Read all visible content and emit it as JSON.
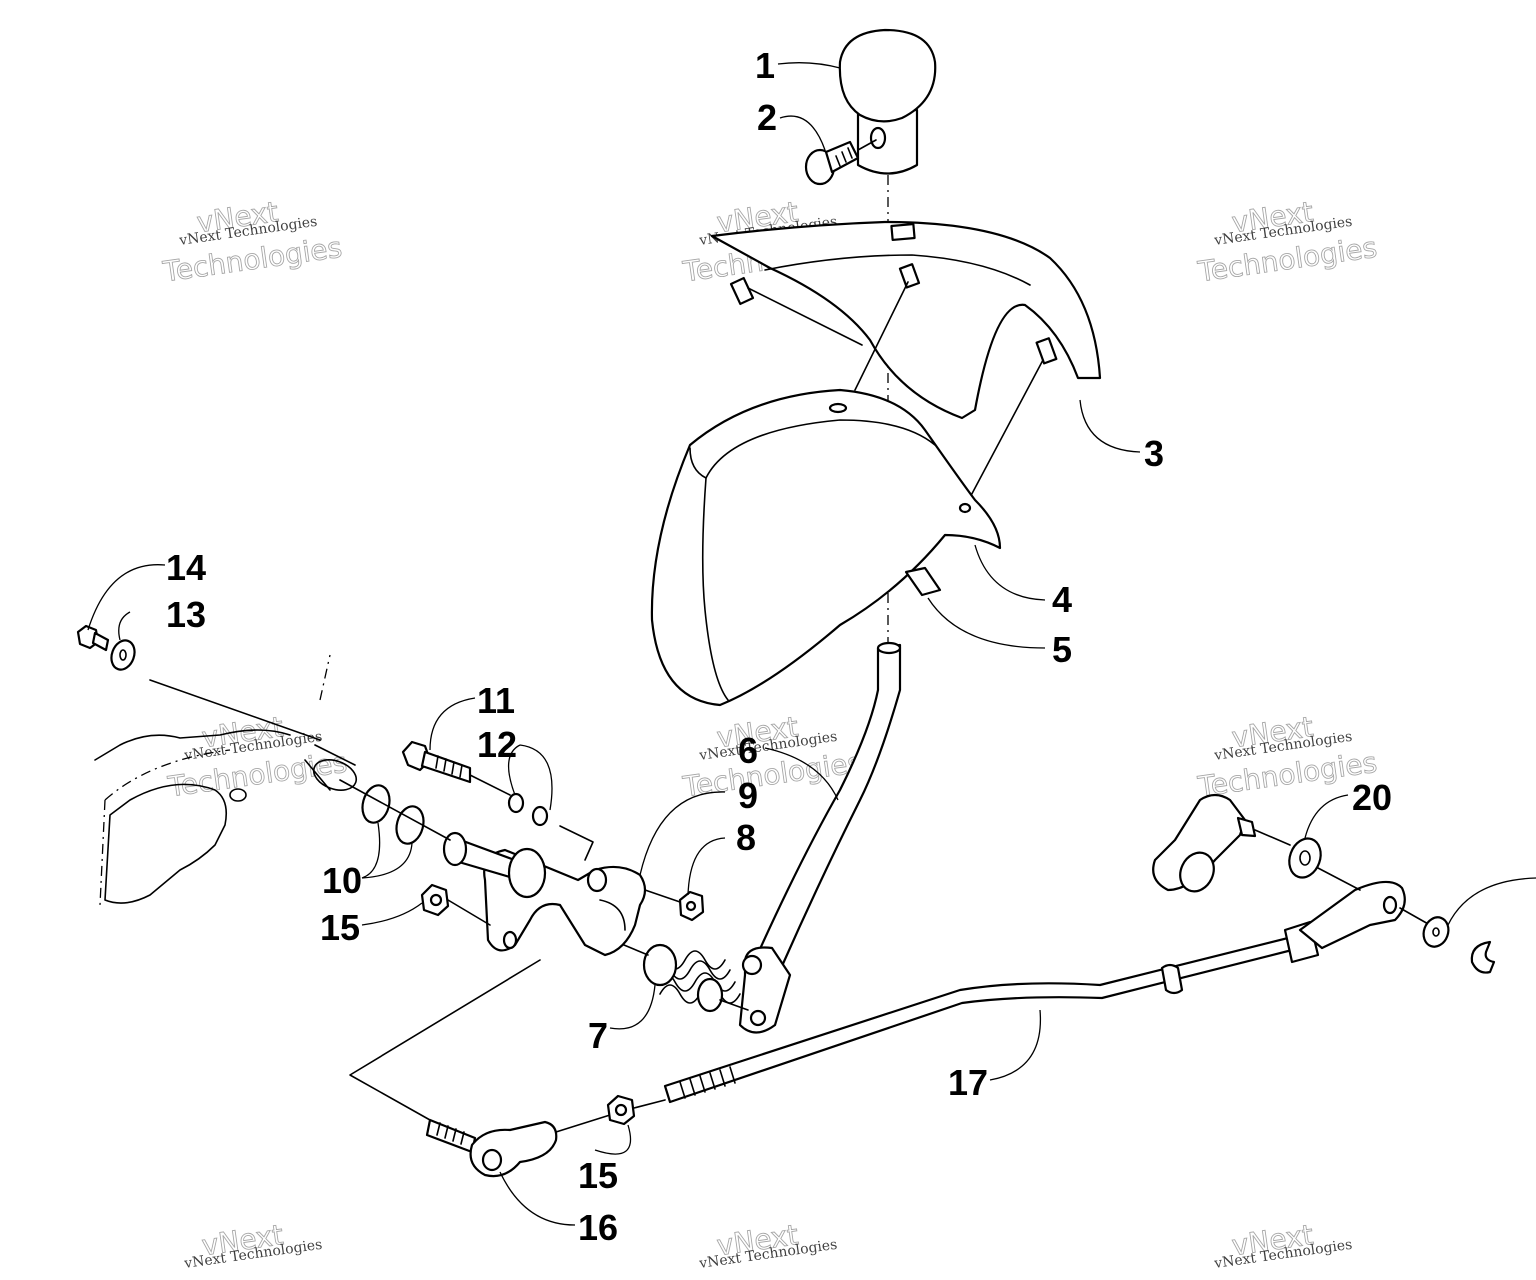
{
  "diagram": {
    "callouts": [
      {
        "id": "1",
        "text": "1"
      },
      {
        "id": "2",
        "text": "2"
      },
      {
        "id": "3",
        "text": "3"
      },
      {
        "id": "4",
        "text": "4"
      },
      {
        "id": "5",
        "text": "5"
      },
      {
        "id": "6",
        "text": "6"
      },
      {
        "id": "7",
        "text": "7"
      },
      {
        "id": "8",
        "text": "8"
      },
      {
        "id": "9",
        "text": "9"
      },
      {
        "id": "10",
        "text": "10"
      },
      {
        "id": "11",
        "text": "11"
      },
      {
        "id": "12",
        "text": "12"
      },
      {
        "id": "13",
        "text": "13"
      },
      {
        "id": "14",
        "text": "14"
      },
      {
        "id": "15a",
        "text": "15"
      },
      {
        "id": "15b",
        "text": "15"
      },
      {
        "id": "16",
        "text": "16"
      },
      {
        "id": "17",
        "text": "17"
      },
      {
        "id": "20",
        "text": "20"
      }
    ],
    "watermark": {
      "line_small": "vNext Technologies",
      "line_big_1": "vNext",
      "line_big_2": "Technologies"
    },
    "colors": {
      "ink": "#000000",
      "paper": "#ffffff"
    }
  }
}
